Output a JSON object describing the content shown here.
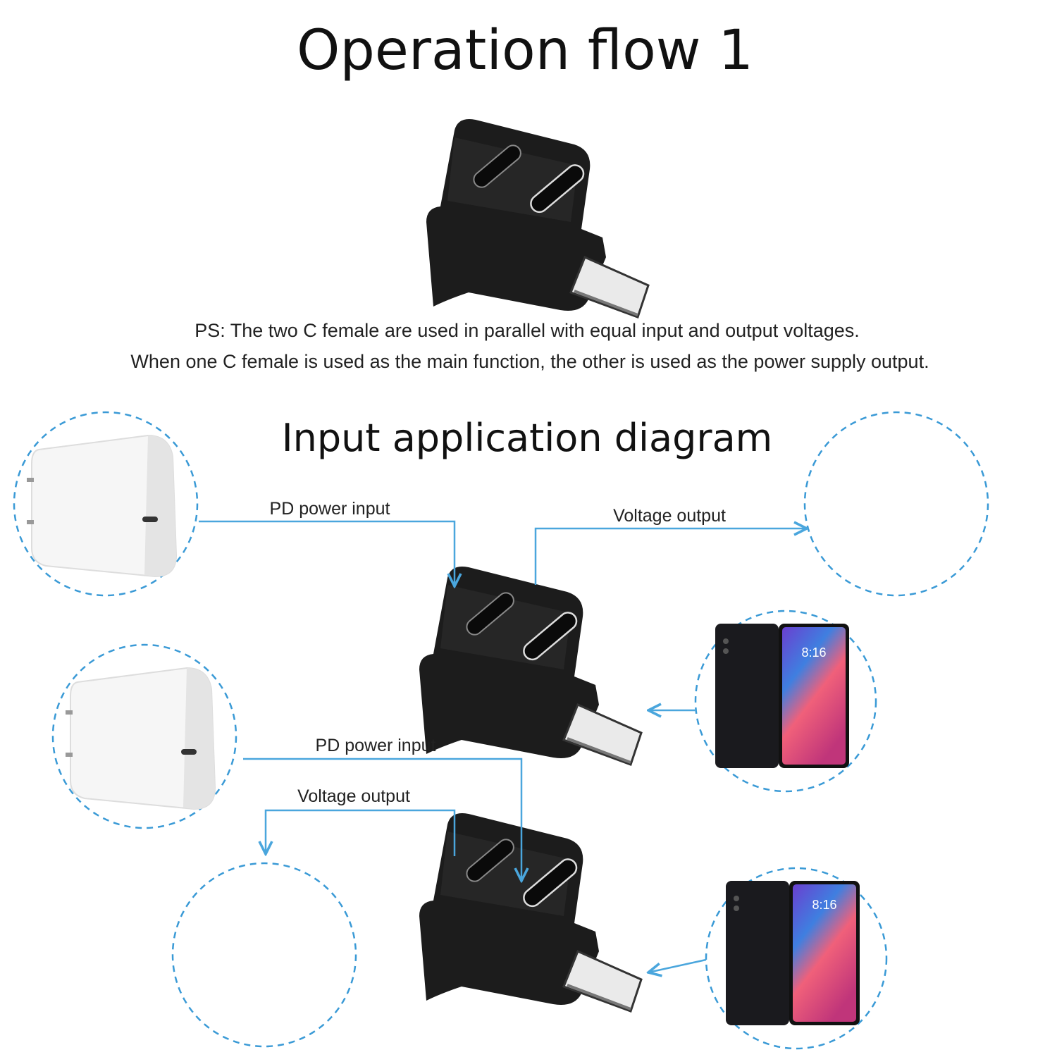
{
  "title": "Operation flow 1",
  "note": {
    "line1": "PS: The two C female are used in parallel with equal input and output voltages.",
    "line2": "When one C female is used as the main function, the other is used as the power supply output."
  },
  "diagram_title": "Input application diagram",
  "labels": {
    "pd_input_1": "PD power input",
    "voltage_output_1": "Voltage output",
    "pd_input_2": "PD power input",
    "voltage_output_2": "Voltage output"
  },
  "phone_clock": "8:16",
  "colors": {
    "wire": "#4aa6dd",
    "ring": "#3a9ad6",
    "adapter": "#1c1c1c"
  }
}
